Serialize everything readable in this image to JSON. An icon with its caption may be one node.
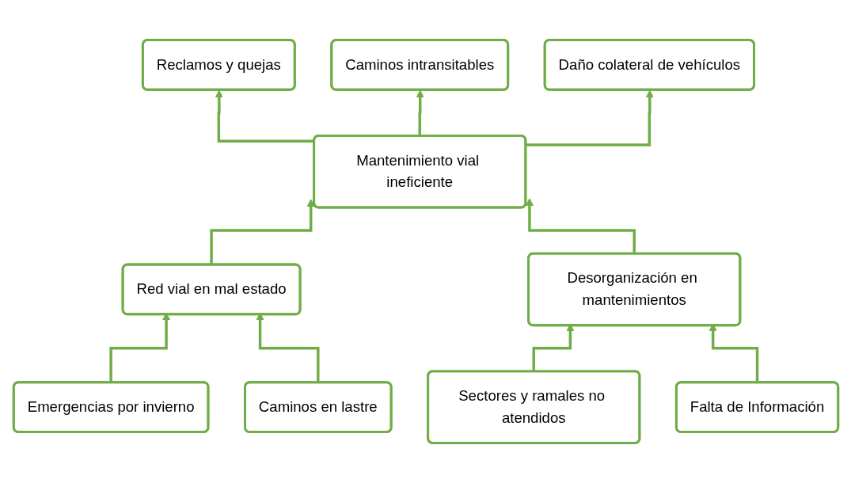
{
  "diagram": {
    "nodes": [
      {
        "text": [
          "Reclamos y quejas"
        ]
      },
      {
        "text": [
          "Caminos intransitables"
        ]
      },
      {
        "text": [
          "Daño colateral de vehículos"
        ]
      },
      {
        "text": [
          "Mantenimiento vial ineficiente"
        ]
      },
      {
        "text": [
          "Red vial en mal estado"
        ]
      },
      {
        "text": [
          "Desorganización en mantenimientos"
        ]
      },
      {
        "text": [
          "Emergencias por invierno"
        ]
      },
      {
        "text": [
          "Caminos en lastre"
        ]
      },
      {
        "text": [
          "Sectores y ramales no atendidos"
        ]
      },
      {
        "text": [
          "Falta de Información"
        ]
      }
    ],
    "edges": [
      {
        "from": 3,
        "to": 0,
        "arrow": "to"
      },
      {
        "from": 3,
        "to": 1,
        "arrow": "to"
      },
      {
        "from": 3,
        "to": 2,
        "arrow": "to"
      },
      {
        "from": 4,
        "to": 3,
        "arrow": "to"
      },
      {
        "from": 5,
        "to": 3,
        "arrow": "to"
      },
      {
        "from": 6,
        "to": 4,
        "arrow": "to"
      },
      {
        "from": 7,
        "to": 4,
        "arrow": "to"
      },
      {
        "from": 8,
        "to": 5,
        "arrow": "to"
      },
      {
        "from": 9,
        "to": 5,
        "arrow": "to"
      }
    ]
  }
}
